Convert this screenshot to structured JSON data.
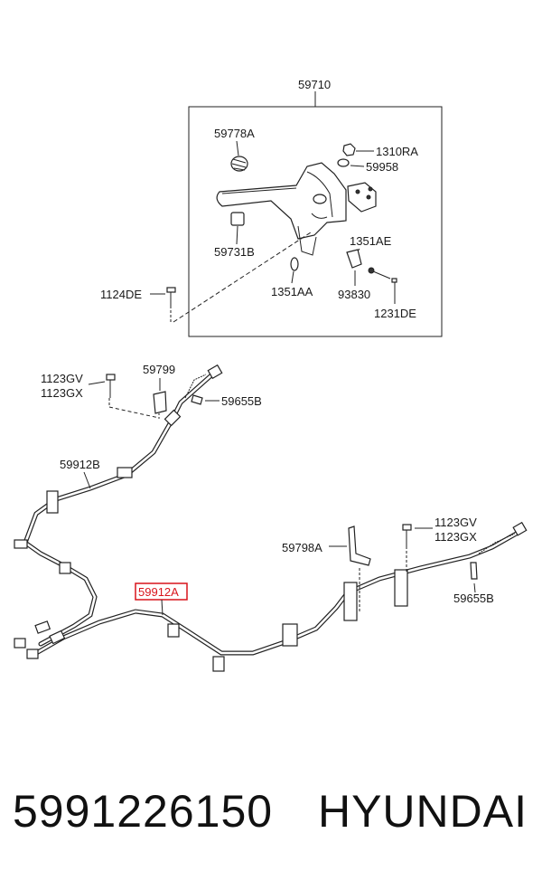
{
  "labels": {
    "top_assembly": "59710",
    "p59778a": "59778A",
    "p1310ra": "1310RA",
    "p59958": "59958",
    "p59731b": "59731B",
    "p1351ae": "1351AE",
    "p1124de": "1124DE",
    "p1351aa": "1351AA",
    "p93830": "93830",
    "p1231de": "1231DE",
    "p1123gv_a": "1123GV",
    "p1123gx_a": "1123GX",
    "p59799": "59799",
    "p59655b_a": "59655B",
    "p59912b": "59912B",
    "p59798a": "59798A",
    "p1123gv_b": "1123GV",
    "p1123gx_b": "1123GX",
    "p59655b_b": "59655B",
    "p59912a": "59912A"
  },
  "highlight_color": "#d9141b",
  "footer": {
    "part_number": "5991226150",
    "brand": "HYUNDAI"
  }
}
